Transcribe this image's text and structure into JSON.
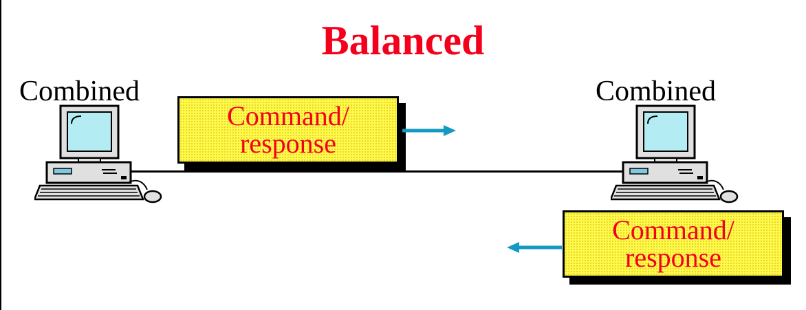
{
  "title": "Balanced",
  "stations": {
    "left": {
      "label": "Combined"
    },
    "right": {
      "label": "Combined"
    }
  },
  "frames": {
    "top": {
      "line1": "Command/",
      "line2": "response",
      "direction": "left-to-right"
    },
    "bottom": {
      "line1": "Command/",
      "line2": "response",
      "direction": "right-to-left"
    }
  },
  "colors": {
    "title": "#f4001c",
    "frame_text": "#f4001c",
    "frame_fill": "#fff94a",
    "arrow": "#1499c2",
    "monitor_screen": "#b4ecf4",
    "monitor_body": "#e0e0e0"
  }
}
